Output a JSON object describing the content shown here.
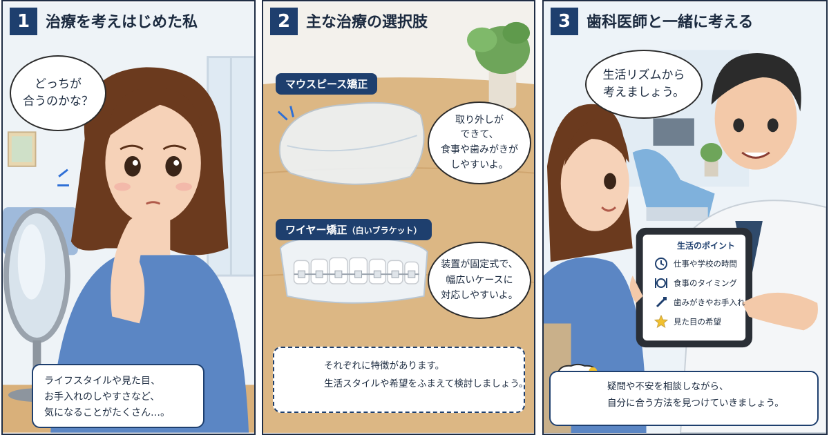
{
  "panels": [
    {
      "number": "1",
      "title": "治療を考えはじめた私",
      "bubble": [
        "どっちが",
        "合うのかな？"
      ],
      "caption": [
        "ライフスタイルや見た目、",
        "お手入れのしやすさなど、",
        "気になることがたくさん…。"
      ]
    },
    {
      "number": "2",
      "title": "主な治療の選択肢",
      "option1": {
        "label": "マウスピース矯正",
        "bubble": [
          "取り外しが",
          "できて、",
          "食事や歯みがきが",
          "しやすいよ。"
        ]
      },
      "option2": {
        "label": "ワイヤー矯正",
        "label_sub": "（白いブラケット）",
        "bubble": [
          "装置が固定式で、",
          "幅広いケースに",
          "対応しやすいよ。"
        ]
      },
      "note": [
        "それぞれに特徴があります。",
        "生活スタイルや希望をふまえて検討しましょう。"
      ]
    },
    {
      "number": "3",
      "title": "歯科医師と一緒に考える",
      "bubble": [
        "生活リズムから",
        "考えましょう。"
      ],
      "tablet": {
        "heading": "生活のポイント",
        "items": [
          {
            "icon": "clock-icon",
            "text": "仕事や学校の時間"
          },
          {
            "icon": "utensils-icon",
            "text": "食事のタイミング"
          },
          {
            "icon": "toothbrush-icon",
            "text": "歯みがきやお手入れ"
          },
          {
            "icon": "star-icon",
            "text": "見た目の希望"
          }
        ]
      },
      "caption": [
        "疑問や不安を相談しながら、",
        "自分に合う方法を見つけていきましょう。"
      ]
    }
  ],
  "colors": {
    "navy": "#1e3f6e",
    "border": "#1f2d44",
    "sweater": "#5b86c4",
    "hair": "#6b3a1e",
    "skin": "#f6d2b8",
    "table": "#d9b07a",
    "accent_yellow": "#f2c12e"
  }
}
